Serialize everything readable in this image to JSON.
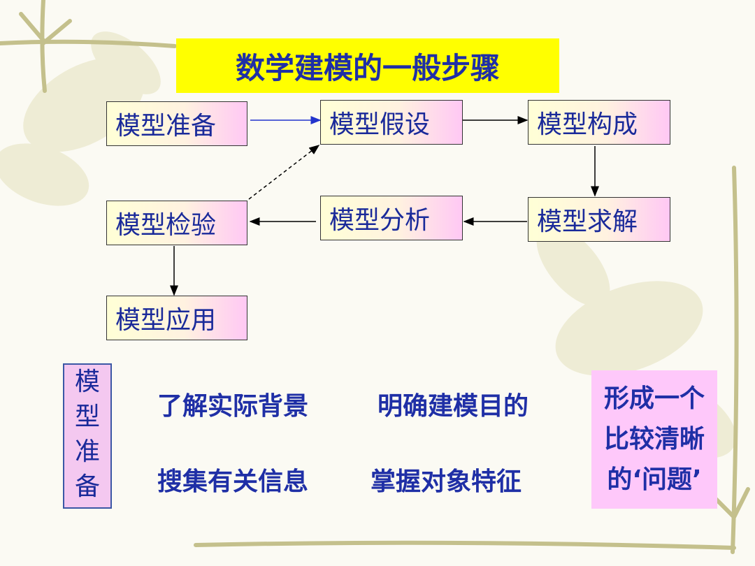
{
  "title": "数学建模的一般步骤",
  "steps": {
    "prep": "模型准备",
    "assume": "模型假设",
    "build": "模型构成",
    "solve": "模型求解",
    "analyze": "模型分析",
    "verify": "模型检验",
    "apply": "模型应用"
  },
  "prep_label": [
    "模",
    "型",
    "准",
    "备"
  ],
  "prep_items": {
    "background": "了解实际背景",
    "purpose": "明确建模目的",
    "info": "搜集有关信息",
    "features": "掌握对象特征"
  },
  "result": [
    "形成一个",
    "比较清晰",
    "的‘问题’"
  ],
  "colors": {
    "title_bg": "#ffff00",
    "title_text": "#1f2fa6",
    "box_text": "#1a2a9a",
    "arrow_blue": "#2233cc",
    "result_bg": "#fec8fa"
  }
}
